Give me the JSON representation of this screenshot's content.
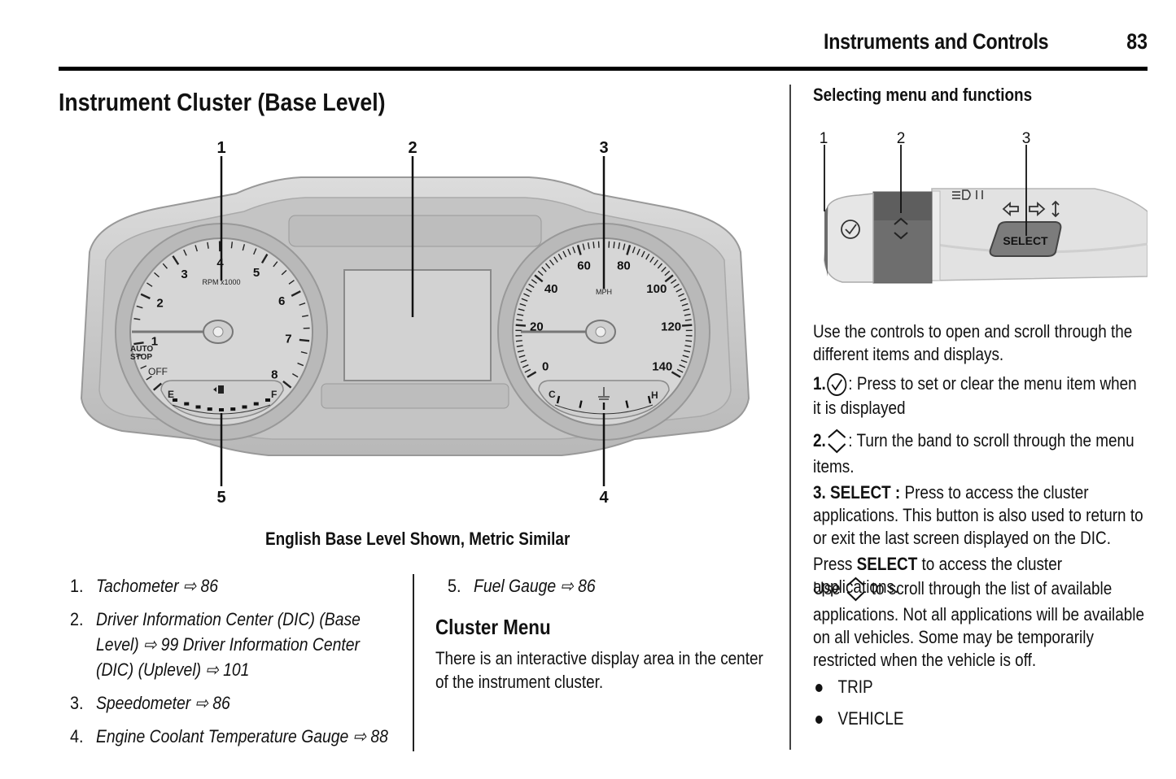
{
  "header": {
    "section_title": "Instruments and Controls",
    "page_number": "83"
  },
  "left_column": {
    "heading": "Instrument Cluster (Base Level)",
    "figure": {
      "callouts": [
        "1",
        "2",
        "3",
        "4",
        "5"
      ],
      "tachometer": {
        "label": "RPM x1000",
        "scale": [
          "1",
          "2",
          "3",
          "4",
          "5",
          "6",
          "7",
          "8"
        ],
        "auto_stop_label": "AUTO STOP",
        "off_label": "OFF"
      },
      "fuel_gauge": {
        "empty_label": "E",
        "full_label": "F",
        "icon": "fuel-pump-icon"
      },
      "speedometer": {
        "label": "MPH",
        "scale": [
          "0",
          "20",
          "40",
          "60",
          "80",
          "100",
          "120",
          "140"
        ]
      },
      "coolant_gauge": {
        "cold_label": "C",
        "hot_label": "H",
        "icon": "coolant-temperature-icon"
      }
    },
    "caption": "English Base Level Shown, Metric Similar",
    "items": [
      {
        "num": "1.",
        "text": "Tachometer",
        "ref": "86"
      },
      {
        "num": "2.",
        "text": "Driver Information Center (DIC) (Base Level)",
        "ref": "99",
        "text2": "Driver Information Center (DIC) (Uplevel)",
        "ref2": "101"
      },
      {
        "num": "3.",
        "text": "Speedometer",
        "ref": "86"
      },
      {
        "num": "4.",
        "text": "Engine Coolant Temperature Gauge",
        "ref": "88"
      },
      {
        "num": "5.",
        "text": "Fuel Gauge",
        "ref": "86"
      }
    ],
    "cluster_menu": {
      "heading": "Cluster Menu",
      "text": "There is an interactive display area in the center of the instrument cluster."
    }
  },
  "right_column": {
    "heading": "Selecting menu and functions",
    "figure": {
      "callouts": [
        "1",
        "2",
        "3"
      ],
      "select_button_label": "SELECT"
    },
    "intro": "Use the controls to open and scroll through the different items and displays.",
    "control_1": {
      "num": "1.",
      "icon": "checkmark-circle-icon",
      "text": ": Press to set or clear the menu item when it is displayed"
    },
    "control_2": {
      "num": "2.",
      "icon": "up-down-chevron-icon",
      "text": ": Turn the band to scroll through the menu items."
    },
    "control_3": {
      "label": "3. SELECT :",
      "text": "Press to access the cluster applications. This button is also used to return to or exit the last screen displayed on the DIC."
    },
    "press_select": {
      "pre": "Press",
      "bold": "SELECT",
      "post": "to access the cluster applications."
    },
    "use_scroll": {
      "pre": "Use",
      "icon": "up-down-chevron-icon",
      "post": "to scroll through the list of available applications. Not all applications will be available on all vehicles. Some may be temporarily restricted when the vehicle is off."
    },
    "applications": [
      "TRIP",
      "VEHICLE"
    ]
  },
  "ref_arrow_glyph": "⇨"
}
